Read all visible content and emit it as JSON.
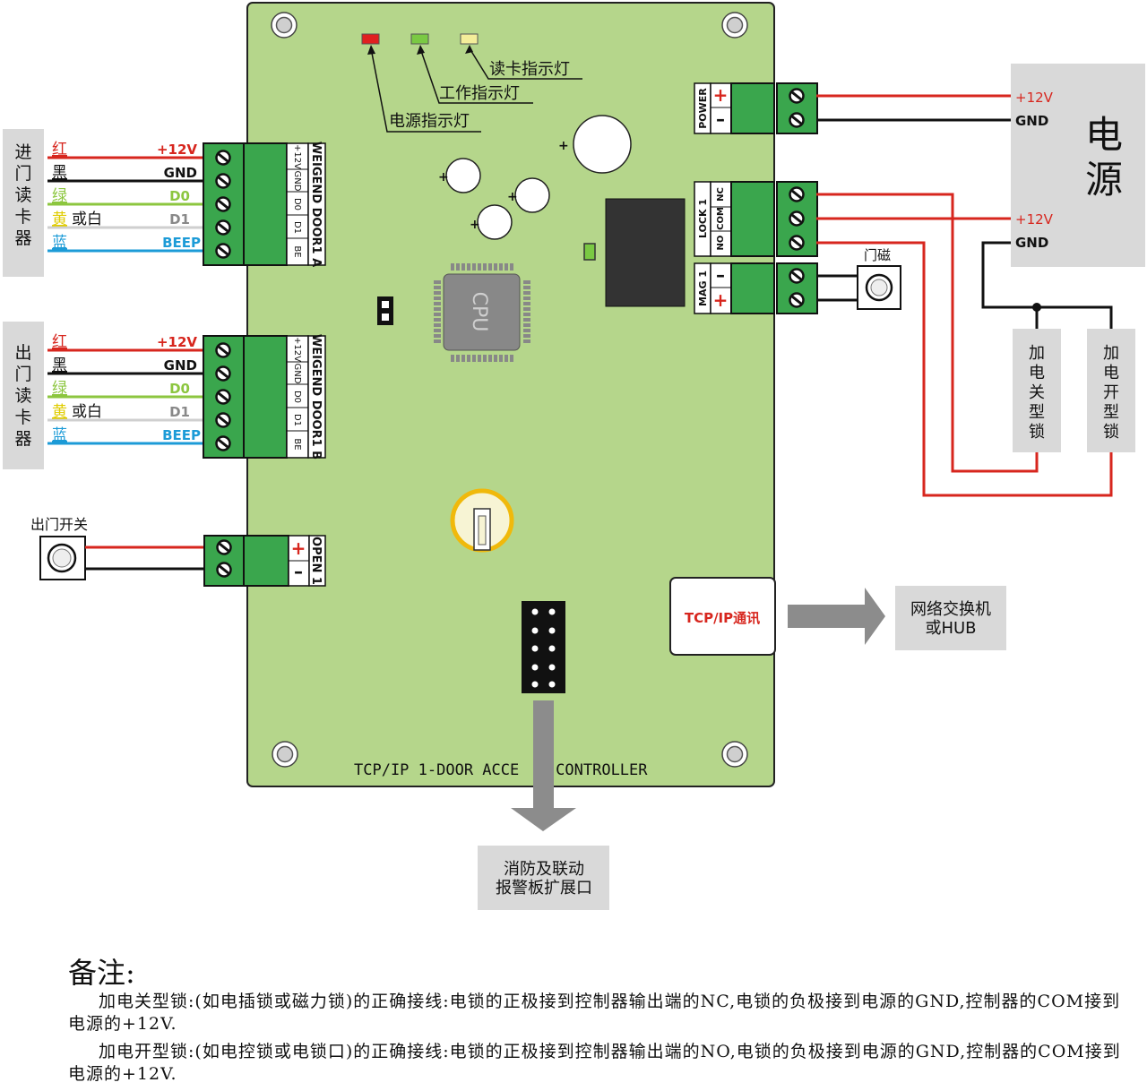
{
  "board": {
    "title": "TCP/IP 1-DOOR ACCE    CONTROLLER",
    "cpu_label": "CPU",
    "tcp_label": "TCP/IP通讯"
  },
  "leds": [
    {
      "label": "读卡指示灯",
      "color": "#f4ee9a"
    },
    {
      "label": "工作指示灯",
      "color": "#7ac943"
    },
    {
      "label": "电源指示灯",
      "color": "#e02020"
    }
  ],
  "reader_in": {
    "title": "进门读卡器",
    "terminal_label": "WEIGEND DOOR1 A",
    "pins": [
      "+12V",
      "GND",
      "D0",
      "D1",
      "BE"
    ],
    "wires": [
      {
        "color_name": "红",
        "signal": "+12V",
        "color": "#d7261e"
      },
      {
        "color_name": "黑",
        "signal": "GND",
        "color": "#111111"
      },
      {
        "color_name": "绿",
        "signal": "D0",
        "color": "#8cc63f"
      },
      {
        "color_name": "黄",
        "suffix": "或白",
        "signal": "D1",
        "color": "#f2e600"
      },
      {
        "color_name": "蓝",
        "signal": "BEEP",
        "color": "#1c9bd7"
      }
    ]
  },
  "reader_out": {
    "title": "出门读卡器",
    "terminal_label": "WEIGEND DOOR1 B",
    "pins": [
      "+12V",
      "GND",
      "D0",
      "D1",
      "BE"
    ],
    "wires": [
      {
        "color_name": "红",
        "signal": "+12V",
        "color": "#d7261e"
      },
      {
        "color_name": "黑",
        "signal": "GND",
        "color": "#111111"
      },
      {
        "color_name": "绿",
        "signal": "D0",
        "color": "#8cc63f"
      },
      {
        "color_name": "黄",
        "suffix": "或白",
        "signal": "D1",
        "color": "#f2e600"
      },
      {
        "color_name": "蓝",
        "signal": "BEEP",
        "color": "#1c9bd7"
      }
    ]
  },
  "exit_switch": {
    "label": "出门开关",
    "terminal_label": "OPEN 1"
  },
  "power_terminal": {
    "label": "POWER"
  },
  "lock_terminal": {
    "label": "LOCK 1",
    "pins": [
      "NC",
      "COM",
      "NO"
    ]
  },
  "mag_terminal": {
    "label": "MAG 1",
    "sensor_label": "门磁"
  },
  "power_supply": {
    "title": "电源",
    "labels": [
      "+12V",
      "GND",
      "+12V",
      "GND"
    ]
  },
  "locks": {
    "fail_secure": "加电关型锁",
    "fail_safe": "加电开型锁"
  },
  "network": {
    "label": "网络交换机或HUB"
  },
  "fire": {
    "label": "消防及联动报警板扩展口"
  },
  "notes": {
    "title": "备注:",
    "line1": "加电关型锁:(如电插锁或磁力锁)的正确接线:电锁的正极接到控制器输出端的NC,电锁的负极接到电源的GND,控制器的COM接到电源的+12V.",
    "line2": "加电开型锁:(如电控锁或电锁口)的正确接线:电锁的正极接到控制器输出端的NO,电锁的负极接到电源的GND,控制器的COM接到电源的+12V."
  },
  "colors": {
    "board": "#b5d68b",
    "terminal": "#3aa64d",
    "panel": "#d9d9d9",
    "wire_red": "#d7261e",
    "wire_black": "#111111"
  }
}
